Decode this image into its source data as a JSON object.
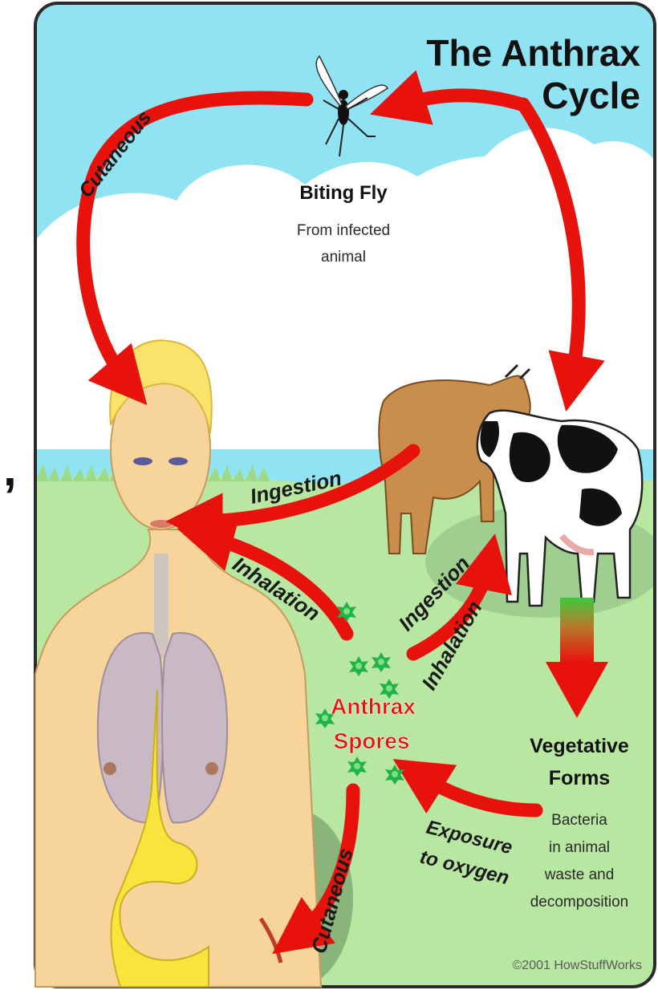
{
  "title": {
    "line1": "The Anthrax",
    "line2": "Cycle"
  },
  "fly": {
    "name": "Biting Fly",
    "desc_line1": "From infected",
    "desc_line2": "animal"
  },
  "routes": {
    "cutaneous_top": "Cutaneous",
    "ingestion_cow_to_human": "Ingestion",
    "inhalation_spores_to_human": "Inhalation",
    "ingestion_spores_to_cow": "Ingestion",
    "inhalation_spores_to_cow": "Inhalation",
    "cutaneous_bottom": "Cutaneous"
  },
  "spores": {
    "line1": "Anthrax",
    "line2": "Spores"
  },
  "vegetative": {
    "title_line1": "Vegetative",
    "title_line2": "Forms",
    "desc": [
      "Bacteria",
      "in animal",
      "waste and",
      "decomposition"
    ]
  },
  "exposure": {
    "line1": "Exposure",
    "line2": "to oxygen"
  },
  "copyright": "©2001 HowStuffWorks",
  "colors": {
    "arrow": "#e8120c",
    "sky": "#8fe3f3",
    "grass": "#b7e7a0",
    "spore": "#22b24a",
    "skin": "#f6d49a"
  }
}
